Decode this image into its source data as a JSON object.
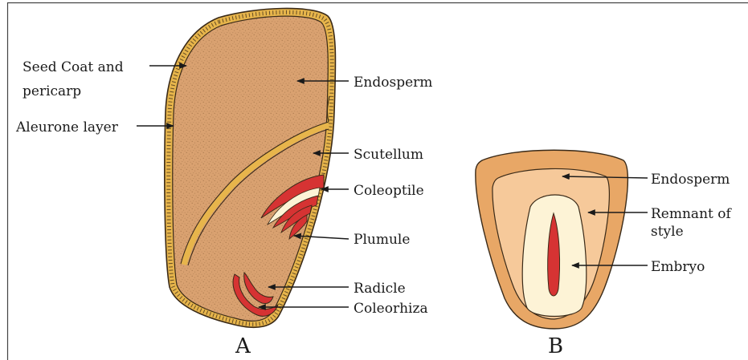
{
  "colors": {
    "seed_coat": "#e7b54b",
    "endosperm": "#d9a170",
    "speckle": "#a8784c",
    "embryo_red": "#d63333",
    "outline": "#3a2a18",
    "b_outer": "#e8a766",
    "b_middle": "#f6c99a",
    "b_embryo": "#fdf3d6",
    "frame": "#444444"
  },
  "diagram_a": {
    "caption": "A",
    "labels": {
      "seed_coat_line1": "Seed Coat and",
      "seed_coat_line2": "pericarp",
      "aleurone": "Aleurone layer",
      "endosperm": "Endosperm",
      "scutellum": "Scutellum",
      "coleoptile": "Coleoptile",
      "plumule": "Plumule",
      "radicle": "Radicle",
      "coleorhiza": "Coleorhiza"
    }
  },
  "diagram_b": {
    "caption": "B",
    "labels": {
      "endosperm": "Endosperm",
      "remnant_line1": "Remnant of",
      "remnant_line2": "style",
      "embryo": "Embryo"
    }
  }
}
